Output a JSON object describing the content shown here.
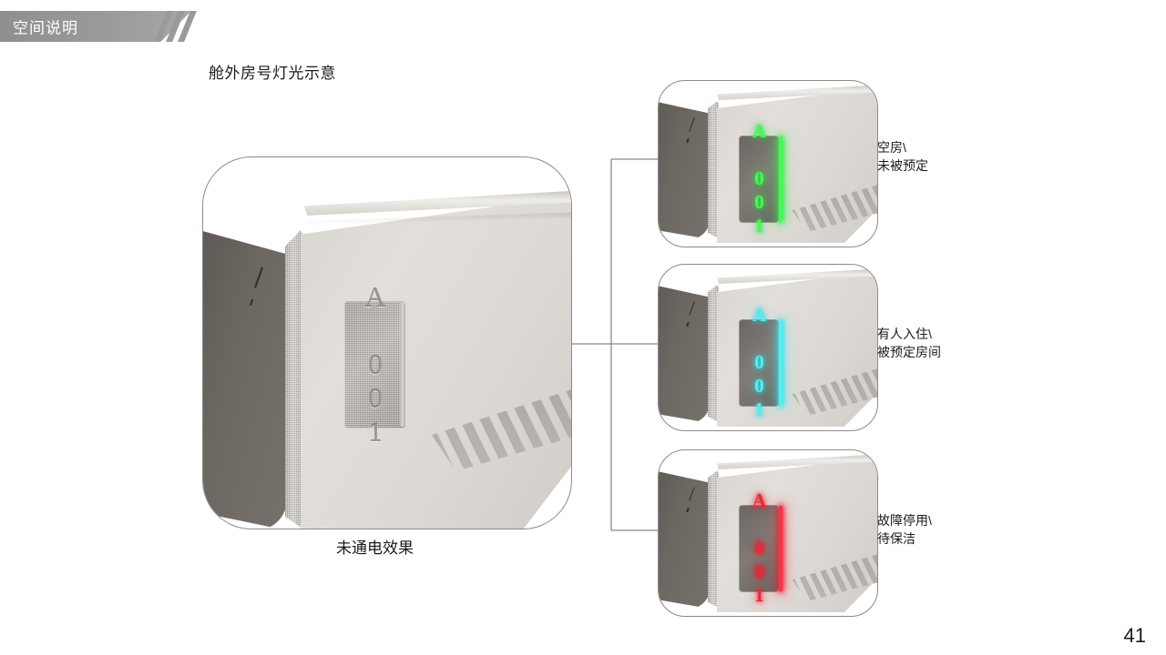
{
  "header": {
    "title": "空间说明",
    "slash_count": 3,
    "band_color": "#9a9a9a"
  },
  "section": {
    "title": "舱外房号灯光示意"
  },
  "main_view": {
    "caption": "未通电效果",
    "plate_number": "A 001",
    "state": "unpowered",
    "plate_text_color": "#96928d",
    "light_strip_color": "#c8c4bf"
  },
  "states": [
    {
      "id": "vacant",
      "plate_number": "A 001",
      "label_line1": "空房\\",
      "label_line2": "未被预定",
      "light_color": "#3dff4e",
      "text_color": "#3dff4e",
      "glow_color": "#2fe043"
    },
    {
      "id": "occupied",
      "plate_number": "A 001",
      "label_line1": "有人入住\\",
      "label_line2": "被预定房间",
      "light_color": "#4ff0f5",
      "text_color": "#4ff0f5",
      "glow_color": "#2fd8e0"
    },
    {
      "id": "out-of-service",
      "plate_number": "A 001",
      "label_line1": "故障停用\\",
      "label_line2": "待保洁",
      "light_color": "#ff2f44",
      "text_color": "#f32436",
      "glow_color": "#e01b2d"
    }
  ],
  "footer": {
    "page_number": "41"
  }
}
